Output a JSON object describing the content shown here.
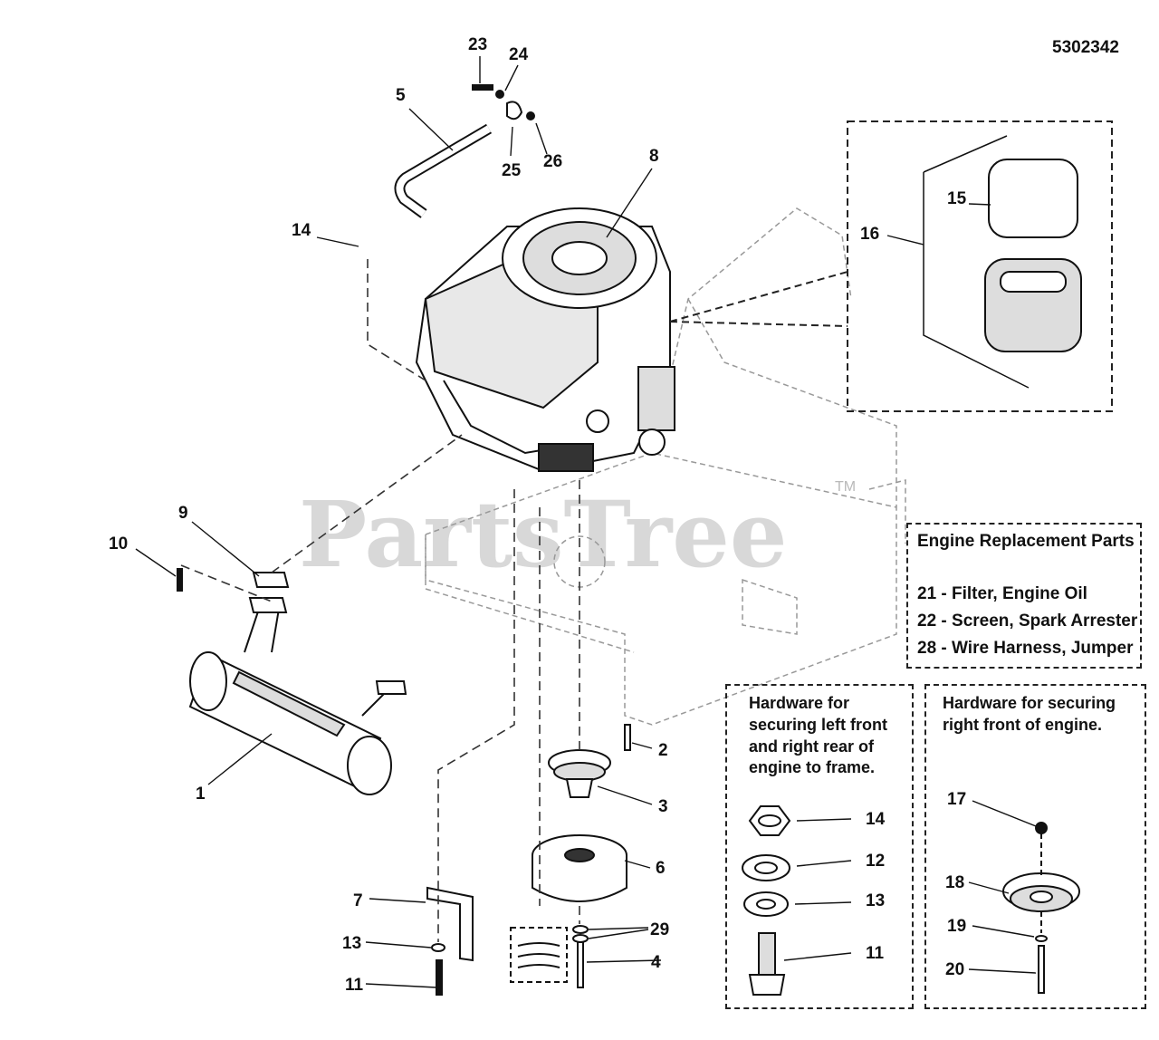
{
  "drawing_number": "5302342",
  "watermark": {
    "text": "PartsTree",
    "tm": "TM"
  },
  "callouts": {
    "c1": "1",
    "c2": "2",
    "c3": "3",
    "c4": "4",
    "c5": "5",
    "c6": "6",
    "c7": "7",
    "c8": "8",
    "c9": "9",
    "c10": "10",
    "c11": "11",
    "c13": "13",
    "c14": "14",
    "c15": "15",
    "c16": "16",
    "c23": "23",
    "c24": "24",
    "c25": "25",
    "c26": "26",
    "c29": "29"
  },
  "replacement_parts": {
    "title": "Engine Replacement Parts",
    "items": [
      "21 - Filter, Engine Oil",
      "22 - Screen, Spark Arrester",
      "28 - Wire Harness, Jumper"
    ]
  },
  "hardware_left": {
    "title_lines": [
      "Hardware for",
      "securing left front",
      "and right rear of",
      "engine to frame."
    ],
    "labels": {
      "a": "14",
      "b": "12",
      "c": "13",
      "d": "11"
    }
  },
  "hardware_right": {
    "title_lines": [
      "Hardware for securing",
      "right front of engine."
    ],
    "labels": {
      "a": "17",
      "b": "18",
      "c": "19",
      "d": "20"
    }
  }
}
